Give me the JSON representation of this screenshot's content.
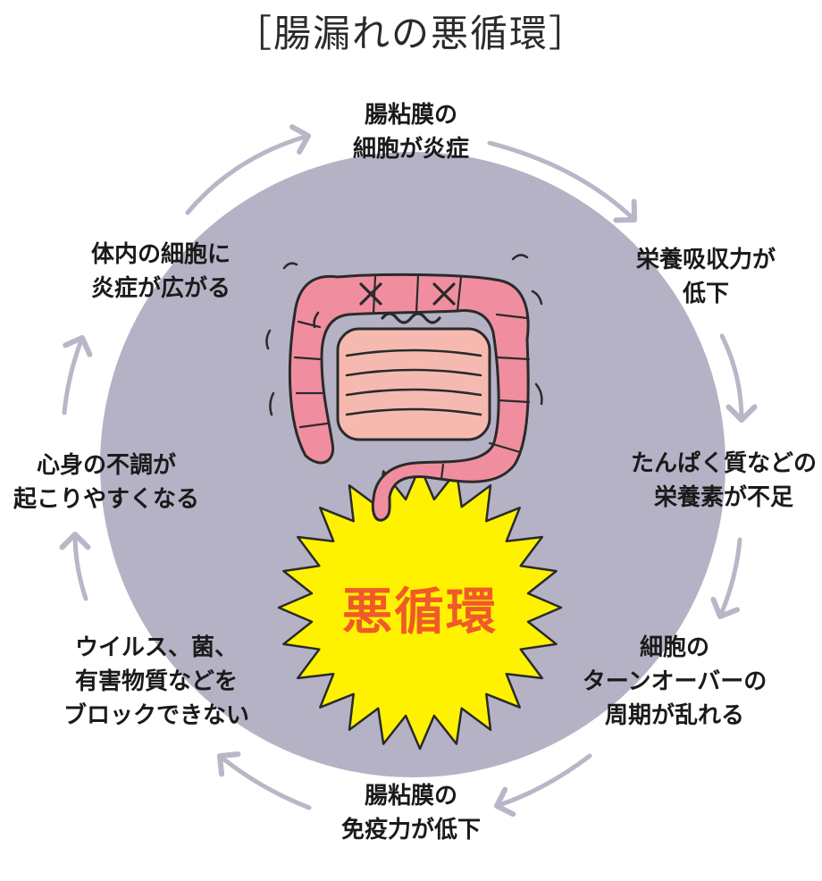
{
  "title": "［腸漏れの悪循環］",
  "center_label": "悪循環",
  "steps": [
    {
      "lines": [
        "腸粘膜の",
        "細胞が炎症"
      ]
    },
    {
      "lines": [
        "栄養吸収力が",
        "低下"
      ]
    },
    {
      "lines": [
        "たんぱく質などの",
        "栄養素が不足"
      ]
    },
    {
      "lines": [
        "細胞の",
        "ターンオーバーの",
        "周期が乱れる"
      ]
    },
    {
      "lines": [
        "腸粘膜の",
        "免疫力が低下"
      ]
    },
    {
      "lines": [
        "ウイルス、菌、",
        "有害物質などを",
        "ブロックできない"
      ]
    },
    {
      "lines": [
        "心身の不調が",
        "起こりやすくなる"
      ]
    },
    {
      "lines": [
        "体内の細胞に",
        "炎症が広がる"
      ]
    }
  ],
  "colors": {
    "circle": "#b5b2c6",
    "arrow": "#b9b6c8",
    "burst": "#fff200",
    "center_text": "#f05a28",
    "intestine": "#f08ea0",
    "small_intestine": "#f6b9b0",
    "outline": "#2a2a2a"
  }
}
